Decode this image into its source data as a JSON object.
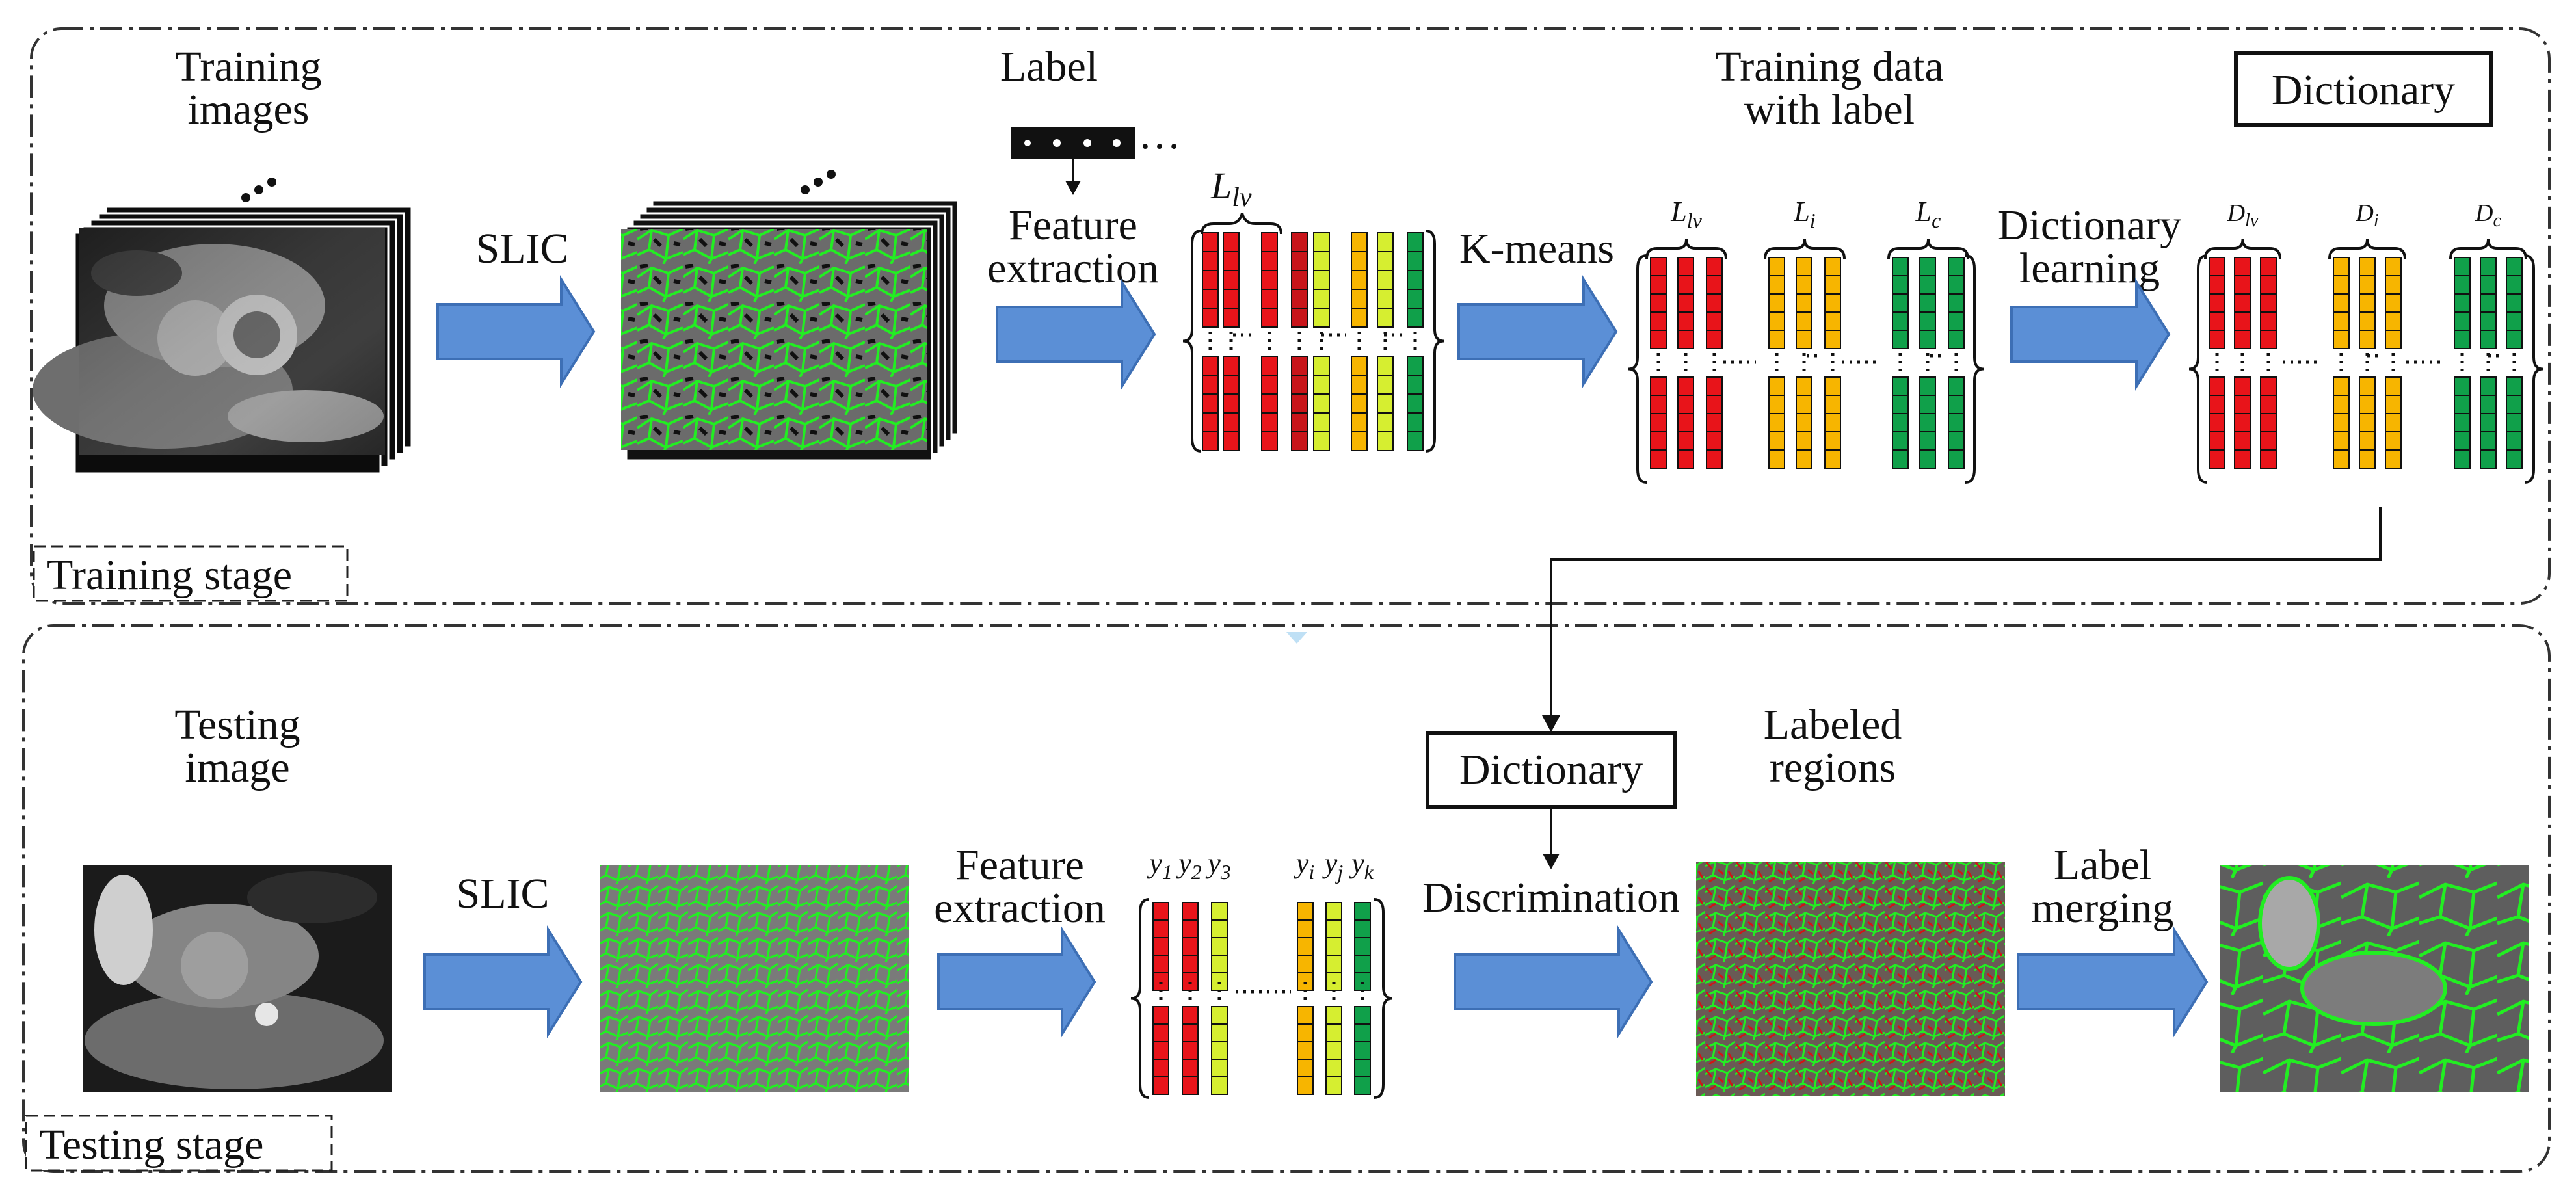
{
  "colors": {
    "arrow_fill": "#5b8fd6",
    "arrow_stroke": "#3d6fb5",
    "superpixel_edge": "#22ee22",
    "red": "#e8141a",
    "yellow_green": "#d6ee30",
    "orange": "#f7b500",
    "green": "#10a04a",
    "dark_red": "#c8141a"
  },
  "training_stage": {
    "stage_label": "Training stage",
    "images_label_line1": "Training",
    "images_label_line2": "images",
    "slic_label": "SLIC",
    "label_title": "Label",
    "feature_line1": "Feature",
    "feature_line2": "extraction",
    "lv_label": "L",
    "lv_sub": "lv",
    "kmeans_label": "K-means",
    "training_data_line1": "Training data",
    "training_data_line2": "with label",
    "cluster_labels": [
      {
        "main": "L",
        "sub": "lv"
      },
      {
        "main": "L",
        "sub": "i"
      },
      {
        "main": "L",
        "sub": "c"
      }
    ],
    "dict_learning_line1": "Dictionary",
    "dict_learning_line2": "learning",
    "dictionary_box": "Dictionary",
    "dict_labels": [
      {
        "main": "D",
        "sub": "lv"
      },
      {
        "main": "D",
        "sub": "i"
      },
      {
        "main": "D",
        "sub": "c"
      }
    ]
  },
  "testing_stage": {
    "stage_label": "Testing stage",
    "image_label_line1": "Testing",
    "image_label_line2": "image",
    "slic_label": "SLIC",
    "feature_line1": "Feature",
    "feature_line2": "extraction",
    "y_labels": [
      {
        "main": "y",
        "sub": "1"
      },
      {
        "main": "y",
        "sub": "2"
      },
      {
        "main": "y",
        "sub": "3"
      },
      {
        "main": "y",
        "sub": "i"
      },
      {
        "main": "y",
        "sub": "j"
      },
      {
        "main": "y",
        "sub": "k"
      }
    ],
    "dictionary_box": "Dictionary",
    "discrimination_label": "Discrimination",
    "labeled_line1": "Labeled",
    "labeled_line2": "regions",
    "merge_line1": "Label",
    "merge_line2": "merging"
  }
}
